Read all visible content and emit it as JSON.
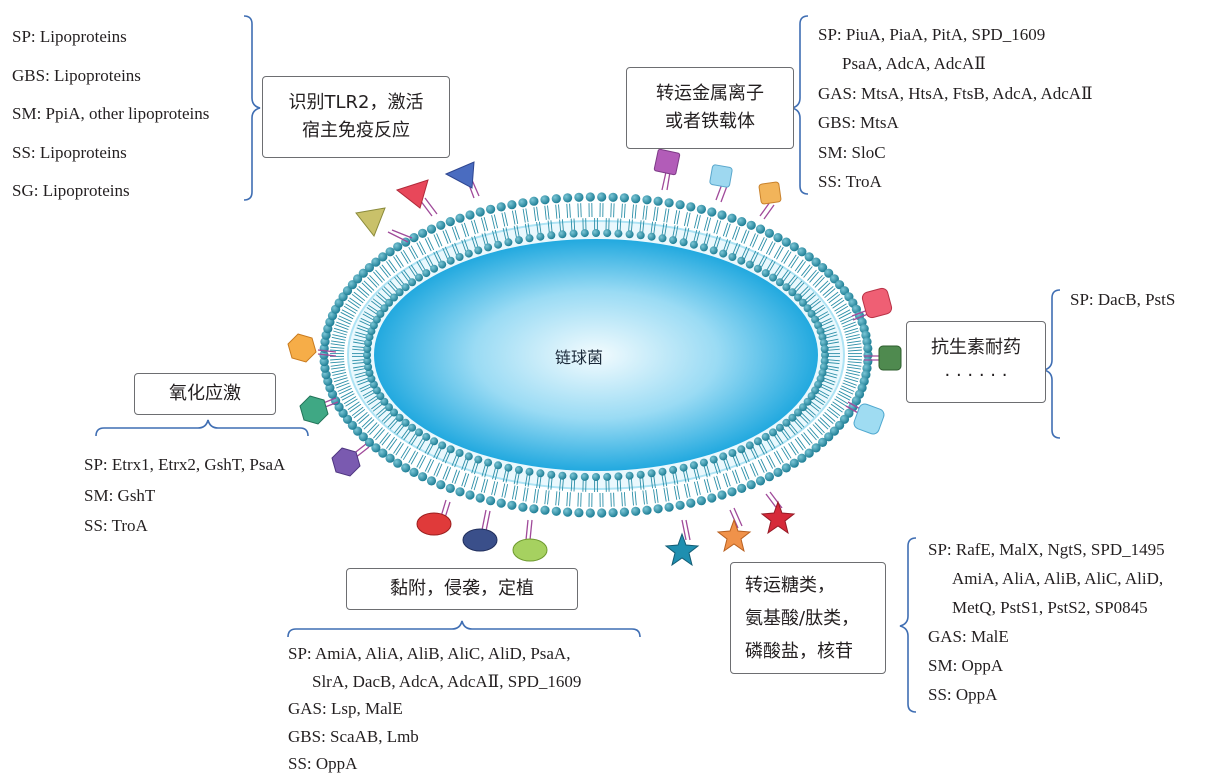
{
  "cell_label": "链球菌",
  "groups": {
    "tlr2": {
      "box": [
        "识别TLR2，激活",
        "宿主免疫反应"
      ],
      "items": [
        "SP: Lipoproteins",
        "GBS: Lipoproteins",
        "SM: PpiA, other lipoproteins",
        "SS: Lipoproteins",
        "SG: Lipoproteins"
      ]
    },
    "metal": {
      "box": [
        "转运金属离子",
        "或者铁载体"
      ],
      "items": [
        "SP: PiuA, PiaA, PitA, SPD_1609",
        "PsaA, AdcA, AdcAⅡ",
        "GAS: MtsA, HtsA, FtsB, AdcA, AdcAⅡ",
        "GBS: MtsA",
        "SM: SloC",
        "SS: TroA"
      ]
    },
    "antibiotic": {
      "box": [
        "抗生素耐药",
        "· · · · · ·"
      ],
      "items": [
        "SP: DacB, PstS"
      ]
    },
    "oxidative": {
      "box": [
        "氧化应激"
      ],
      "items": [
        "SP: Etrx1, Etrx2, GshT, PsaA",
        "SM: GshT",
        "SS: TroA"
      ]
    },
    "adhesion": {
      "box": [
        "黏附，侵袭，定植"
      ],
      "items": [
        "SP: AmiA, AliA, AliB, AliC, AliD, PsaA,",
        "SlrA, DacB, AdcA, AdcAⅡ, SPD_1609",
        "GAS: Lsp, MalE",
        "GBS: ScaAB, Lmb",
        "SS: OppA"
      ]
    },
    "sugar": {
      "box": [
        "转运糖类，",
        "氨基酸/肽类，",
        "磷酸盐，核苷"
      ],
      "items": [
        "SP: RafE, MalX, NgtS, SPD_1495",
        "AmiA, AliA, AliB, AliC, AliD,",
        "MetQ, PstS1, PstS2, SP0845",
        "GAS: MalE",
        "SM: OppA",
        "SS: OppA"
      ]
    }
  },
  "colors": {
    "bracket": "#3f6eb3",
    "membrane_head": "#2b8fa8",
    "cell_core": "#e6f7fd",
    "cell_edge": "#29b3e6",
    "linker": "#a04a9a"
  }
}
